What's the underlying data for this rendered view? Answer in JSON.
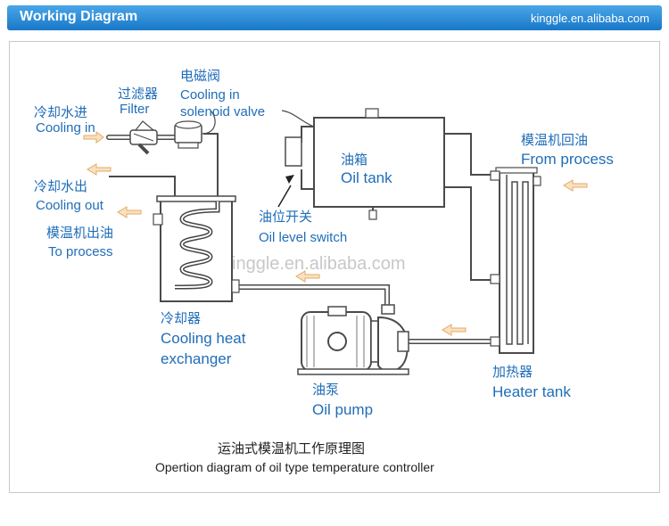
{
  "header": {
    "title": "Working Diagram",
    "site": "kinggle.en.alibaba.com"
  },
  "diagram": {
    "watermark": "kinggle.en.alibaba.com",
    "labels": {
      "cooling_in_cn": "冷却水进",
      "cooling_in_en": "Cooling in",
      "filter_cn": "过滤器",
      "filter_en": "Filter",
      "solenoid_cn": "电磁阀",
      "solenoid_en1": "Cooling in",
      "solenoid_en2": "solenoid valve",
      "cooling_out_cn": "冷却水出",
      "cooling_out_en": "Cooling out",
      "to_process_cn": "模温机出油",
      "to_process_en": "To process",
      "oil_tank_cn": "油箱",
      "oil_tank_en": "Oil tank",
      "level_switch_cn": "油位开关",
      "level_switch_en": "Oil level switch",
      "from_process_cn": "模温机回油",
      "from_process_en": "From process",
      "heat_exchanger_cn": "冷却器",
      "heat_exchanger_en1": "Cooling heat",
      "heat_exchanger_en2": "exchanger",
      "oil_pump_cn": "油泵",
      "oil_pump_en": "Oil pump",
      "heater_cn": "加热器",
      "heater_en": "Heater tank"
    },
    "caption_cn": "运油式模温机工作原理图",
    "caption_en": "Opertion diagram of oil type temperature controller"
  },
  "colors": {
    "header_blue": "#1878c8",
    "label_blue": "#1f6db8",
    "arrow_fill": "#f6e2c4",
    "arrow_stroke": "#e8a860"
  }
}
